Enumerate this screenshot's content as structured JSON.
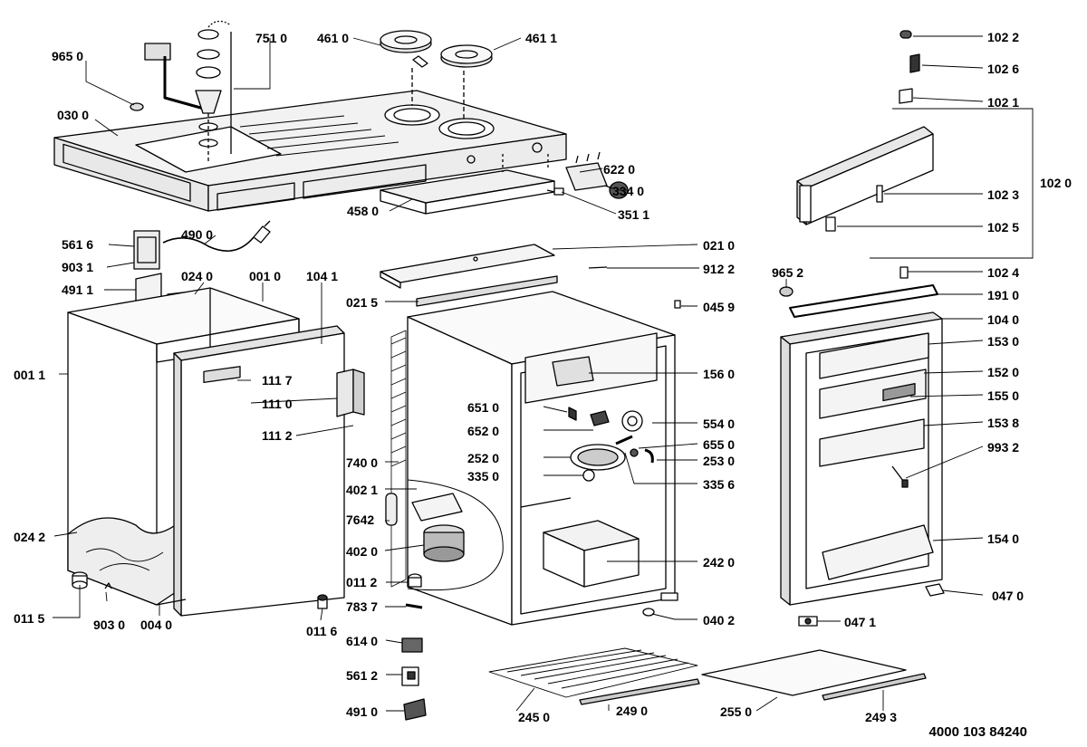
{
  "diagram": {
    "document_number": "4000 103 84240",
    "part_labels": [
      "965 0",
      "751 0",
      "461 0",
      "461 1",
      "030 0",
      "622 0",
      "334 0",
      "458 0",
      "351 1",
      "490 0",
      "561 6",
      "903 1",
      "024 0",
      "001 0",
      "104 1",
      "491 1",
      "111 7",
      "111 0",
      "111 2",
      "001 1",
      "024 2",
      "011 5",
      "903 0",
      "004 0",
      "021 0",
      "912 2",
      "021 5",
      "045 9",
      "156 0",
      "651 0",
      "554 0",
      "652 0",
      "655 0",
      "252 0",
      "253 0",
      "335 0",
      "335 6",
      "740 0",
      "402 1",
      "7642",
      "402 0",
      "242 0",
      "011 2",
      "783 7",
      "040 2",
      "011 6",
      "614 0",
      "561 2",
      "491 0",
      "245 0",
      "249 0",
      "255 0",
      "249 3",
      "102 2",
      "102 6",
      "102 1",
      "102 0",
      "102 3",
      "102 5",
      "102 4",
      "965 2",
      "191 0",
      "104 0",
      "153 0",
      "152 0",
      "155 0",
      "153 8",
      "993 2",
      "154 0",
      "047 0",
      "047 1"
    ]
  }
}
